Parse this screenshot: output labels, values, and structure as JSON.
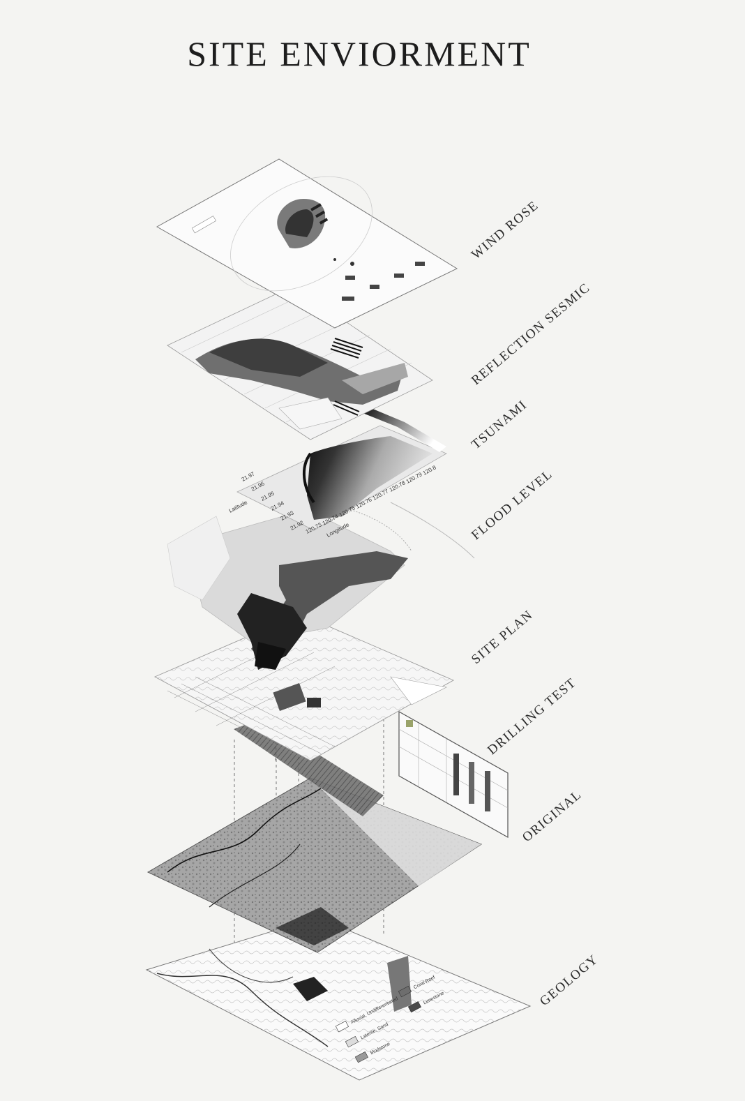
{
  "title": "SITE ENVIORMENT",
  "layers": [
    {
      "id": "wind-rose",
      "label": "WIND ROSE"
    },
    {
      "id": "reflection-sesmic",
      "label": "REFLECTION SESMIC"
    },
    {
      "id": "tsunami",
      "label": "TSUNAMI"
    },
    {
      "id": "flood-level",
      "label": "FLOOD LEVEL"
    },
    {
      "id": "site-plan",
      "label": "SITE PLAN"
    },
    {
      "id": "drilling-test",
      "label": "DRILLING TEST"
    },
    {
      "id": "original",
      "label": "ORIGINAL"
    },
    {
      "id": "geology",
      "label": "GEOLOGY"
    }
  ],
  "tsunami_axis": {
    "latitude_ticks": [
      "21.97",
      "21.96",
      "21.95",
      "21.94",
      "21.93",
      "21.92"
    ],
    "longitude_ticks": [
      "120.73",
      "120.74",
      "120.75",
      "120.76",
      "120.77",
      "120.78",
      "120.79",
      "120.8"
    ],
    "xlabel": "Longitude",
    "ylabel": "Latitude"
  },
  "geology_legend": [
    {
      "label": "Alluvial, Undifferentiated",
      "swatch": "#ffffff"
    },
    {
      "label": "Laterite, Sand",
      "swatch": "#dcdcdc"
    },
    {
      "label": "Mudstone",
      "swatch": "#9a9a9a"
    },
    {
      "label": "Coral Reef",
      "swatch": "#6e6e6e"
    },
    {
      "label": "Limestone",
      "swatch": "#4a4a4a"
    }
  ]
}
